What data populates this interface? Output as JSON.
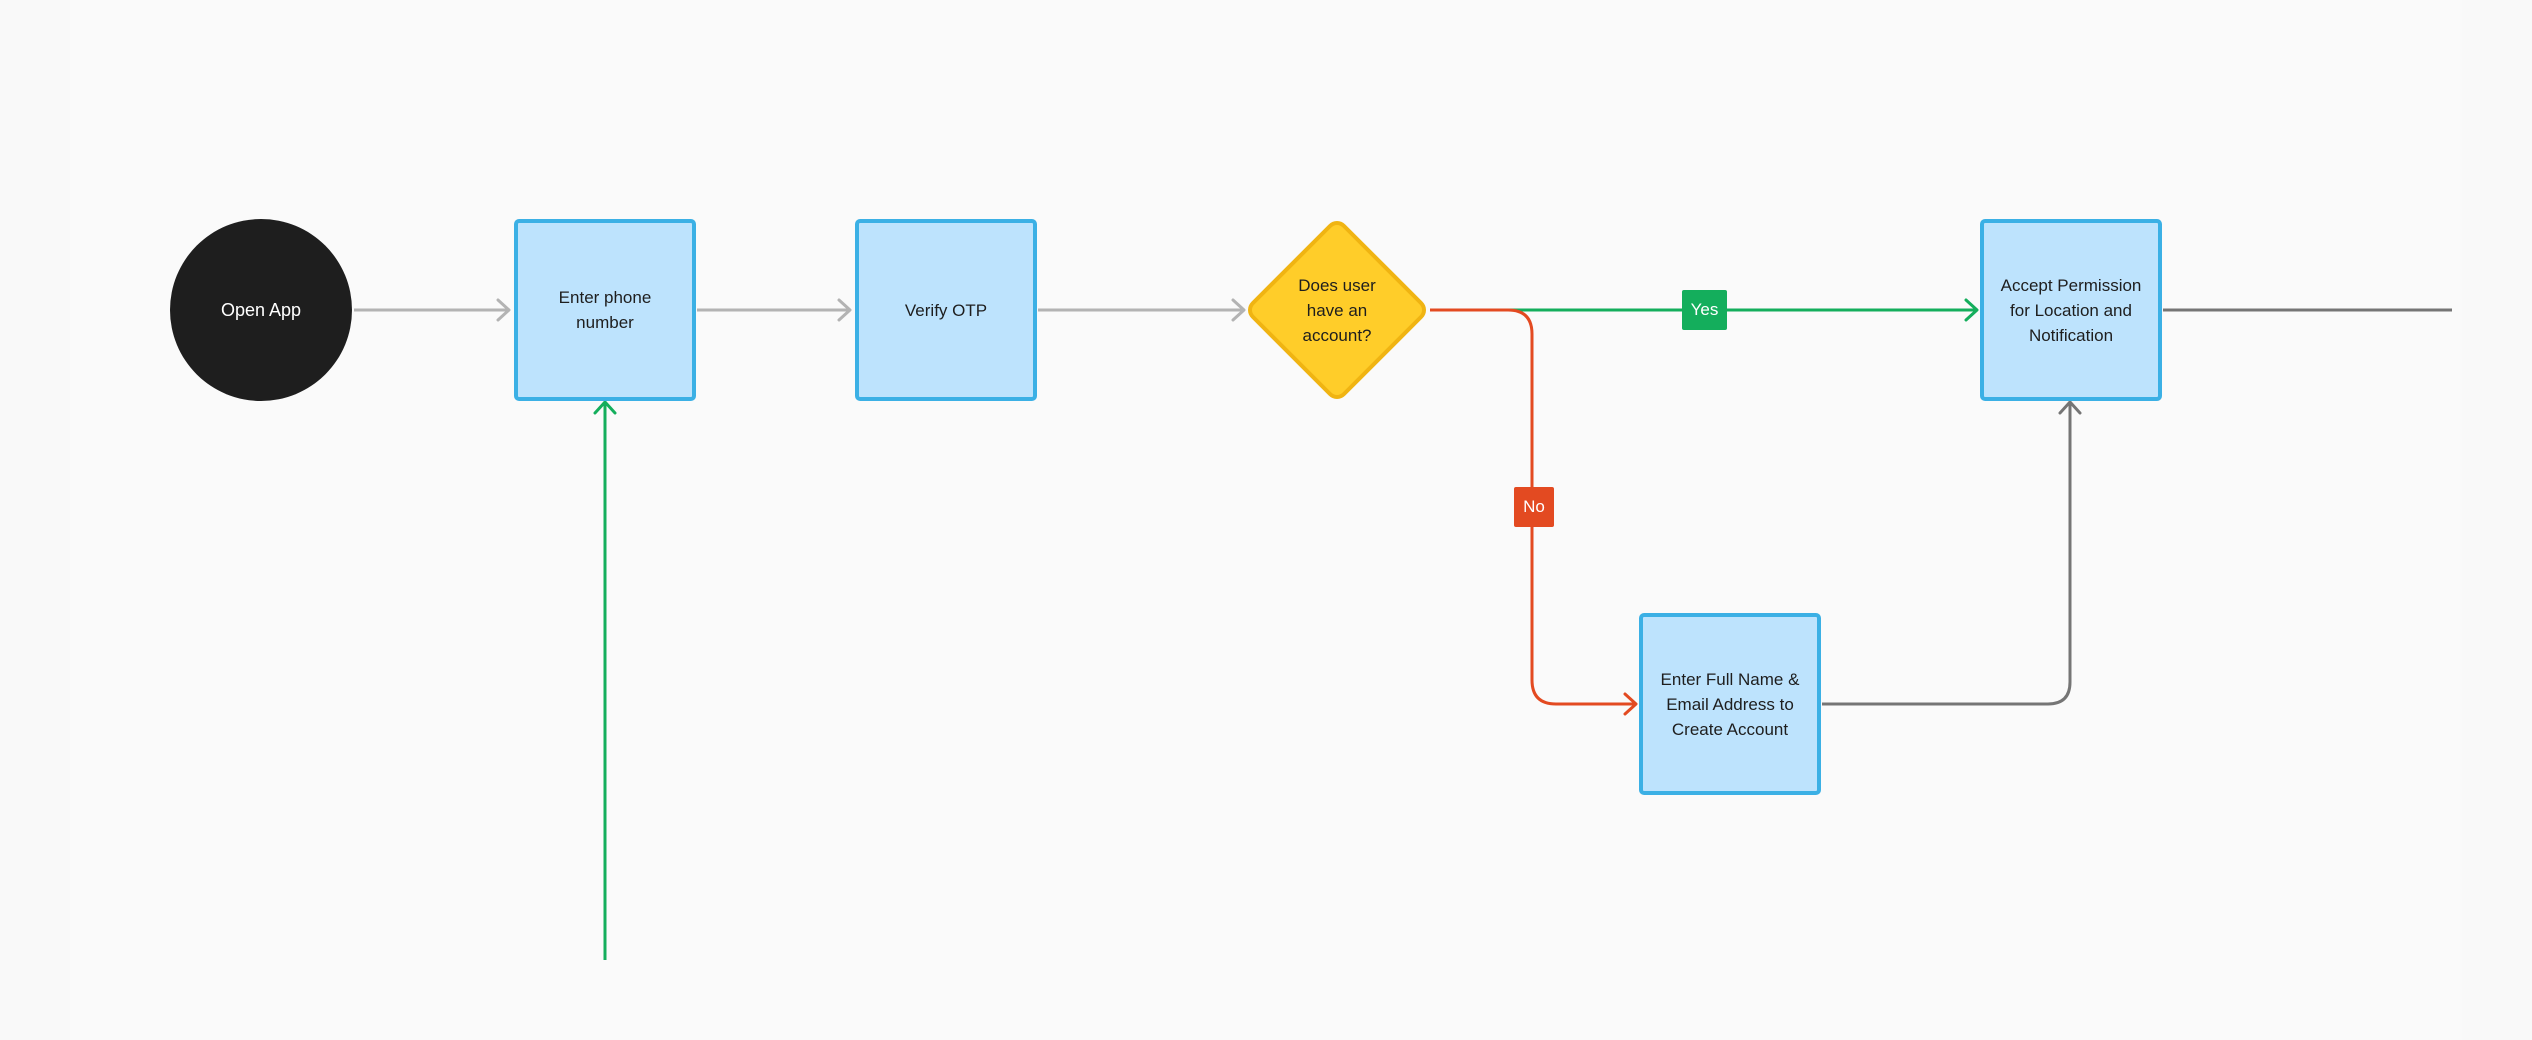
{
  "diagram": {
    "title": "",
    "nodes": [
      {
        "id": "open_app",
        "shape": "circle",
        "label": "Open App"
      },
      {
        "id": "enter_phone",
        "shape": "rectangle",
        "label": "Enter phone number"
      },
      {
        "id": "verify_otp",
        "shape": "rectangle",
        "label": "Verify OTP"
      },
      {
        "id": "has_account",
        "shape": "diamond",
        "label": "Does user have an account?"
      },
      {
        "id": "accept_permission",
        "shape": "rectangle",
        "label": "Accept Permission for Location and Notification"
      },
      {
        "id": "create_account",
        "shape": "rectangle",
        "label": "Enter Full Name & Email Address to Create Account"
      }
    ],
    "edges": [
      {
        "from": "open_app",
        "to": "enter_phone",
        "label": ""
      },
      {
        "from": "enter_phone",
        "to": "verify_otp",
        "label": ""
      },
      {
        "from": "verify_otp",
        "to": "has_account",
        "label": ""
      },
      {
        "from": "has_account",
        "to": "accept_permission",
        "label": "Yes"
      },
      {
        "from": "has_account",
        "to": "create_account",
        "label": "No"
      },
      {
        "from": "create_account",
        "to": "accept_permission",
        "label": ""
      }
    ]
  },
  "colors": {
    "background": "#f9f9f9",
    "start_fill": "#1e1e1e",
    "process_fill": "#bde3fd",
    "process_border": "#3bb0e5",
    "decision_fill": "#ffcd29",
    "decision_border": "#f0b412",
    "yes_green": "#14ae5c",
    "no_red": "#e34a21",
    "neutral_connector": "#b3b3b3",
    "dark_connector": "#757575"
  }
}
